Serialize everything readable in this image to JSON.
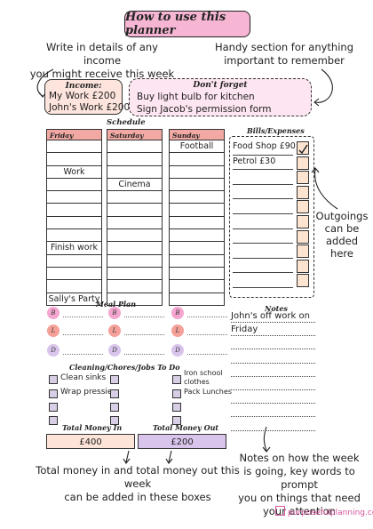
{
  "title": "How to use this planner",
  "annotations": {
    "income_note": [
      "Write in details of any income",
      "you might receive this week"
    ],
    "handy_note": [
      "Handy section for anything",
      "important to remember"
    ],
    "outgoings_note": [
      "Outgoings",
      "can be",
      "added here"
    ],
    "totals_note": [
      "Total money in and total money out this week",
      "can be added in these boxes"
    ],
    "notes_note": [
      "Notes on how the week",
      "is going, key words to prompt",
      "you on things that need",
      "your attention"
    ]
  },
  "income": {
    "heading": "Income:",
    "lines": [
      "My Work £200",
      "John's Work £200"
    ]
  },
  "dont_forget": {
    "heading": "Don't forget",
    "lines": [
      "Buy light bulb for kitchen",
      "Sign Jacob's permission form"
    ]
  },
  "schedule": {
    "heading": "Schedule",
    "days": [
      {
        "name": "Friday",
        "rows": [
          "",
          "",
          "Work",
          "",
          "",
          "",
          "",
          "",
          "Finish work",
          "",
          "",
          "",
          "Sally's Party"
        ]
      },
      {
        "name": "Saturday",
        "rows": [
          "",
          "",
          "",
          "Cinema",
          "",
          "",
          "",
          "",
          "",
          "",
          "",
          "",
          ""
        ]
      },
      {
        "name": "Sunday",
        "rows": [
          "Football",
          "",
          "",
          "",
          "",
          "",
          "",
          "",
          "",
          "",
          "",
          "",
          ""
        ]
      }
    ]
  },
  "bills": {
    "heading": "Bills/Expenses",
    "rows": [
      {
        "label": "Food Shop £90",
        "checked": true
      },
      {
        "label": "Petrol £30",
        "checked": false
      },
      {
        "label": "",
        "checked": false
      },
      {
        "label": "",
        "checked": false
      },
      {
        "label": "",
        "checked": false
      },
      {
        "label": "",
        "checked": false
      },
      {
        "label": "",
        "checked": false
      },
      {
        "label": "",
        "checked": false
      },
      {
        "label": "",
        "checked": false
      },
      {
        "label": "",
        "checked": false
      }
    ]
  },
  "meal_plan": {
    "heading": "Meal Plan",
    "letters": [
      "B",
      "L",
      "D"
    ]
  },
  "notes": {
    "heading": "Notes",
    "lines": [
      "John's off work on",
      "Friday",
      "",
      "",
      "",
      "",
      "",
      "",
      ""
    ]
  },
  "chores": {
    "heading": "Cleaning/Chores/Jobs To Do",
    "col1": [
      "Clean sinks",
      "Wrap pressies",
      "",
      ""
    ],
    "col2": [
      "",
      "",
      "",
      ""
    ],
    "col3": [
      "Iron school clothes",
      "Pack Lunches",
      "",
      ""
    ]
  },
  "money_in": {
    "heading": "Total Money In",
    "value": "£400"
  },
  "money_out": {
    "heading": "Total Money Out",
    "value": "£200"
  },
  "logo": "purposefulplanning.co.uk",
  "colors": {
    "pink": "#f6b6d3",
    "salmon": "#f2a9a4",
    "peach": "#fde4d0",
    "lilac": "#d9c4ec"
  }
}
